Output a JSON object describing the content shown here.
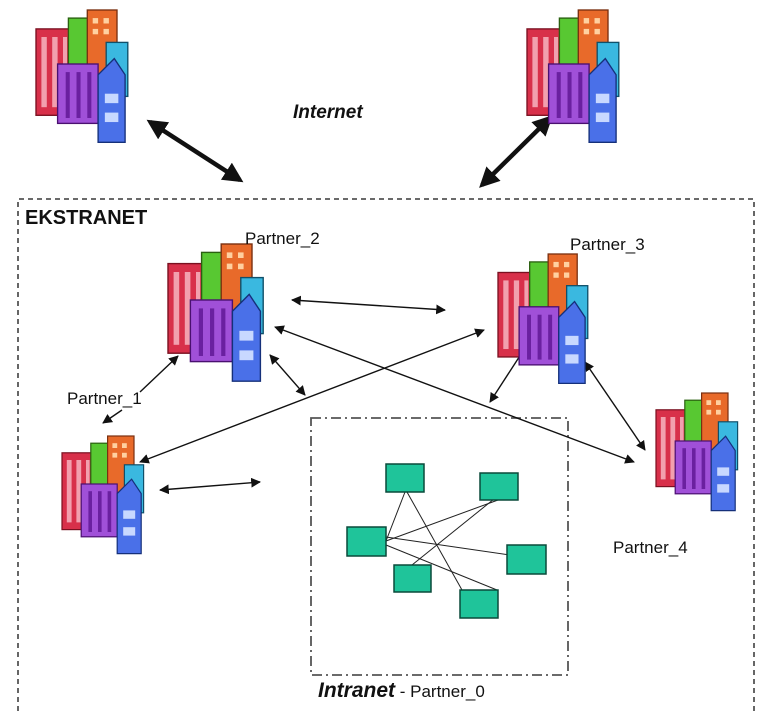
{
  "labels": {
    "internet": "Internet",
    "ekstranet": "EKSTRANET",
    "partner_1": "Partner_1",
    "partner_2": "Partner_2",
    "partner_3": "Partner_3",
    "partner_4": "Partner_4",
    "intranet": "Intranet",
    "intranet_suffix": " - Partner_0"
  },
  "icons": {
    "building_cluster": "buildings-icon",
    "workstation": "computer-node-icon"
  },
  "colors": {
    "node_fill": "#1fc49a",
    "node_stroke": "#0a4a3a",
    "arrow": "#111111",
    "border": "#555555"
  }
}
